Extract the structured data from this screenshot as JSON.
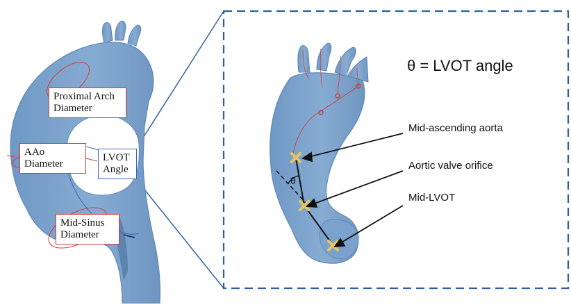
{
  "left_panel": {
    "labels": {
      "proximal_arch": "Proximal Arch\nDiameter",
      "aao": "AAo\nDiameter",
      "lvot_angle": "LVOT\nAngle",
      "mid_sinus": "Mid-Sinus\nDiameter"
    }
  },
  "right_panel": {
    "title": "θ = LVOT angle",
    "theta_symbol": "θ",
    "callouts": {
      "mid_ascending": "Mid-ascending aorta",
      "valve_orifice": "Aortic valve orifice",
      "mid_lvot": "Mid-LVOT"
    }
  },
  "colors": {
    "surface": "#7fa6cf",
    "surface_edge": "#6b93bf",
    "red_marker": "#d43a3a",
    "blue_line": "#3c6ab8",
    "dashed_frame": "#2e5fa0",
    "x_marker": "#e8c463"
  }
}
